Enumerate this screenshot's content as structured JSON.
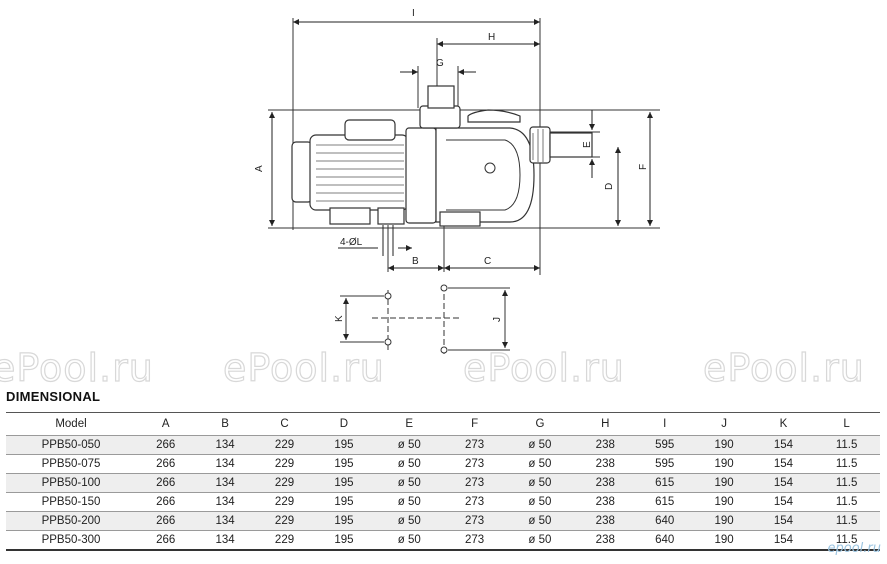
{
  "drawing": {
    "labels": {
      "I": "I",
      "H": "H",
      "G": "G",
      "E": "E",
      "A": "A",
      "D": "D",
      "F": "F",
      "L": "4-ØL",
      "B": "B",
      "C": "C",
      "K": "K",
      "J": "J"
    }
  },
  "watermark": "ePool.ru",
  "section_title": "DIMENSIONAL",
  "table": {
    "headers": [
      "Model",
      "A",
      "B",
      "C",
      "D",
      "E",
      "F",
      "G",
      "H",
      "I",
      "J",
      "K",
      "L"
    ],
    "rows": [
      [
        "PPB50-050",
        "266",
        "134",
        "229",
        "195",
        "ø 50",
        "273",
        "ø 50",
        "238",
        "595",
        "190",
        "154",
        "11.5"
      ],
      [
        "PPB50-075",
        "266",
        "134",
        "229",
        "195",
        "ø 50",
        "273",
        "ø 50",
        "238",
        "595",
        "190",
        "154",
        "11.5"
      ],
      [
        "PPB50-100",
        "266",
        "134",
        "229",
        "195",
        "ø 50",
        "273",
        "ø 50",
        "238",
        "615",
        "190",
        "154",
        "11.5"
      ],
      [
        "PPB50-150",
        "266",
        "134",
        "229",
        "195",
        "ø 50",
        "273",
        "ø 50",
        "238",
        "615",
        "190",
        "154",
        "11.5"
      ],
      [
        "PPB50-200",
        "266",
        "134",
        "229",
        "195",
        "ø 50",
        "273",
        "ø 50",
        "238",
        "640",
        "190",
        "154",
        "11.5"
      ],
      [
        "PPB50-300",
        "266",
        "134",
        "229",
        "195",
        "ø 50",
        "273",
        "ø 50",
        "238",
        "640",
        "190",
        "154",
        "11.5"
      ]
    ]
  },
  "credit": "epool.ru"
}
